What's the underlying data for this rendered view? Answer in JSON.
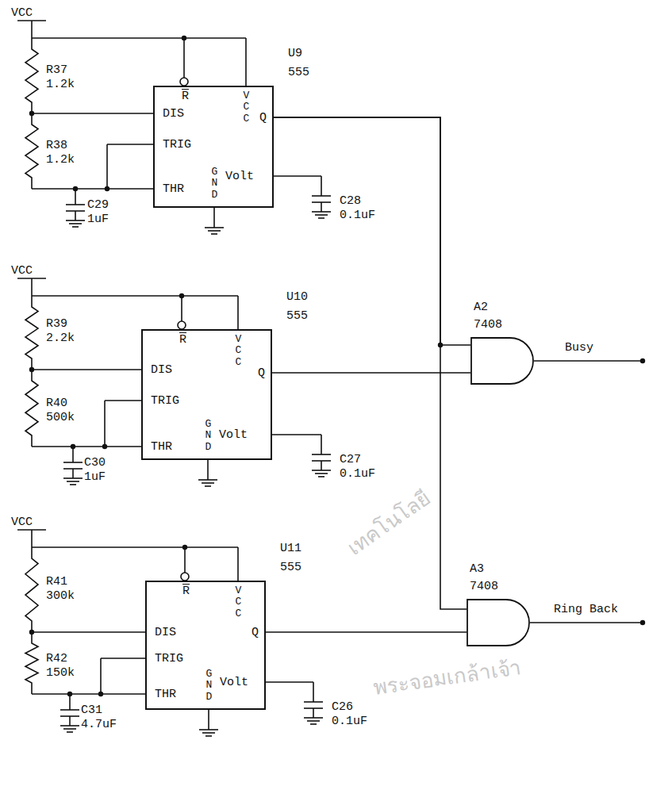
{
  "diagram": {
    "nodes": [
      {
        "text": [
          "U9",
          "555",
          "R",
          "DIS",
          "VCC",
          "Q",
          "TRIG",
          "GND",
          "Volt",
          "THR"
        ]
      },
      {
        "text": [
          "U10",
          "555",
          "R",
          "DIS",
          "VCC",
          "Q",
          "TRIG",
          "GND",
          "Volt",
          "THR"
        ]
      },
      {
        "text": [
          "U11",
          "555",
          "R",
          "DIS",
          "VCC",
          "Q",
          "TRIG",
          "GND",
          "Volt",
          "THR"
        ]
      },
      {
        "text": [
          "A2",
          "7408"
        ]
      },
      {
        "text": [
          "A3",
          "7408"
        ]
      }
    ],
    "edges": [
      {
        "from": 0,
        "to": 3,
        "arrow": "none"
      },
      {
        "from": 0,
        "to": 4,
        "arrow": "none"
      },
      {
        "from": 1,
        "to": 3,
        "arrow": "none"
      },
      {
        "from": 2,
        "to": 4,
        "arrow": "none"
      }
    ],
    "labels": [
      "VCC",
      "R37",
      "1.2k",
      "R38",
      "1.2k",
      "C29",
      "1uF",
      "C28",
      "0.1uF",
      "VCC",
      "R39",
      "2.2k",
      "R40",
      "500k",
      "C30",
      "1uF",
      "C27",
      "0.1uF",
      "VCC",
      "R41",
      "300k",
      "R42",
      "150k",
      "C31",
      "4.7uF",
      "C26",
      "0.1uF",
      "Busy",
      "Ring Back",
      "เทคโนโลยี",
      "พระจอมเกล้าเจ้า"
    ]
  }
}
